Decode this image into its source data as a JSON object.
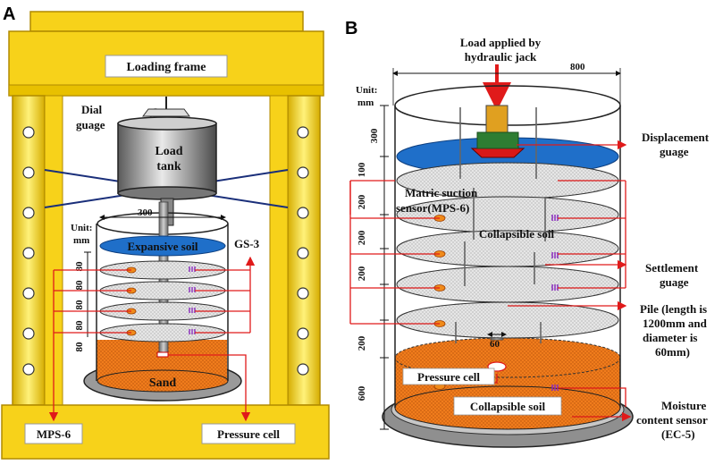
{
  "panel_a": {
    "letter": "A",
    "loading_frame": "Loading frame",
    "dial_gauge_1": "Dial",
    "dial_gauge_2": "guage",
    "load_tank_1": "Load",
    "load_tank_2": "tank",
    "diameter": "300",
    "unit_1": "Unit:",
    "unit_2": "mm",
    "layer_dims": [
      "80",
      "80",
      "80",
      "80",
      "80"
    ],
    "expansive_soil": "Expansive soil",
    "gs3": "GS-3",
    "sand": "Sand",
    "mps6": "MPS-6",
    "pressure_cell": "Pressure cell"
  },
  "panel_b": {
    "letter": "B",
    "load_1": "Load applied by",
    "load_2": "hydraulic jack",
    "diameter": "800",
    "unit_1": "Unit:",
    "unit_2": "mm",
    "dims": [
      "300",
      "100",
      "200",
      "200",
      "200",
      "200",
      "600"
    ],
    "matric_1": "Matric suction",
    "matric_2": "sensor(MPS-6)",
    "collapsible_top": "Collapsible soil",
    "displacement_1": "Displacement",
    "displacement_2": "guage",
    "settlement_1": "Settlement",
    "settlement_2": "guage",
    "pile_1": "Pile (length is",
    "pile_2": "1200mm and",
    "pile_3": "diameter is",
    "pile_4": "60mm)",
    "pile_dia": "60",
    "pressure_cell": "Pressure cell",
    "collapsible_bottom": "Collapsible soil",
    "moisture_1": "Moisture",
    "moisture_2": "content sensor",
    "moisture_3": "(EC-5)"
  },
  "colors": {
    "frame_yellow": "#f7d21a",
    "frame_dark": "#c9a000",
    "soil_orange": "#f07c1c",
    "expansive_blue": "#1f6fc9",
    "leader_red": "#e01a1a",
    "disc_grey": "#dcdcdc"
  }
}
